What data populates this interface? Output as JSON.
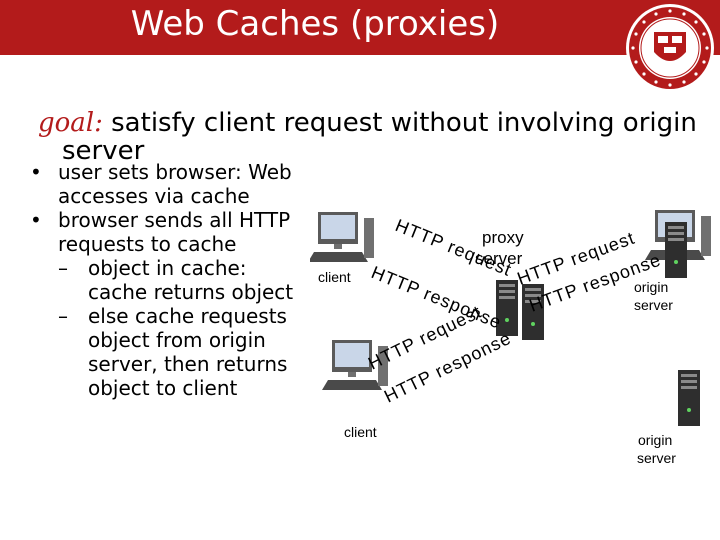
{
  "slide": {
    "title": "Web Caches (proxies)",
    "goal_label": "goal:",
    "goal_text": " satisfy client request without involving origin",
    "goal_text_cont": "server"
  },
  "bullets": [
    {
      "level": 1,
      "text": "user sets browser: Web accesses via cache"
    },
    {
      "level": 1,
      "text": "browser sends all HTTP requests to cache"
    },
    {
      "level": 2,
      "text": "object in cache: cache returns object"
    },
    {
      "level": 2,
      "text": "else cache requests object from origin server, then returns object to client"
    }
  ],
  "diagram": {
    "proxy_label_1": "proxy",
    "proxy_label_2": "server",
    "client_label_top": "client",
    "client_label_bottom": "client",
    "origin_label_1a": "origin",
    "origin_label_1b": "server",
    "origin_label_2a": "origin",
    "origin_label_2b": "server",
    "http_request": "HTTP request",
    "http_response": "HTTP response"
  },
  "colors": {
    "header": "#b31b1b",
    "goal": "#b31b1b"
  }
}
